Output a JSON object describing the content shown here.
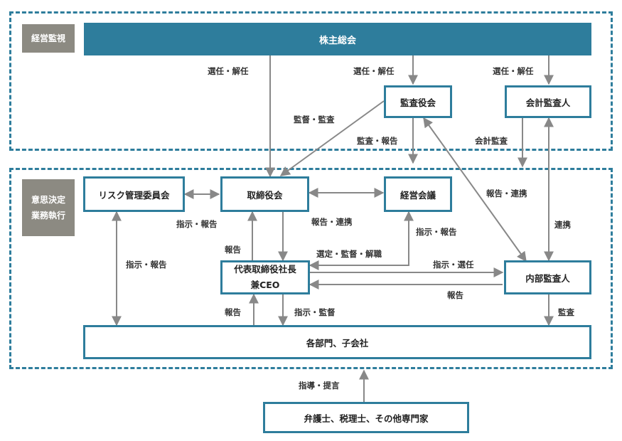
{
  "sections": {
    "oversight": "経営監視",
    "execution": "意思決定\n業務執行"
  },
  "nodes": {
    "shareholders": "株主総会",
    "audit_board": "監査役会",
    "accounting_auditor": "会計監査人",
    "risk_committee": "リスク管理委員会",
    "board": "取締役会",
    "management_council": "経営会議",
    "ceo_line1": "代表取締役社長",
    "ceo_line2": "兼CEO",
    "internal_audit": "内部監査人",
    "departments": "各部門、子会社",
    "experts": "弁護士、税理士、その他専門家"
  },
  "edge_labels": {
    "elect_board": "選任・解任",
    "elect_audit": "選任・解任",
    "elect_accountant": "選任・解任",
    "supervise_audit": "監督・監査",
    "audit_report": "監査・報告",
    "accounting_audit": "会計監査",
    "report_coop_right": "報告・連携",
    "coop": "連携",
    "instruct_report_risk": "指示・報告",
    "report_coop_board": "報告・連携",
    "instruct_report_council": "指示・報告",
    "report_ceo_board": "報告",
    "select_supervise_dismiss": "選定・監督・解職",
    "instruct_elect": "指示・選任",
    "report_internal": "報告",
    "instruct_report_left": "指示・報告",
    "report_dept": "報告",
    "instruct_supervise": "指示・監督",
    "audit": "監査",
    "guide_propose": "指導・提言"
  }
}
